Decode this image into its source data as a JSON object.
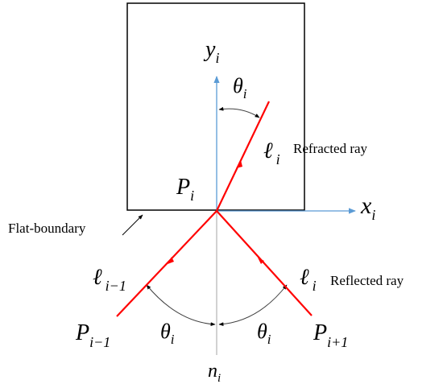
{
  "axes": {
    "y": {
      "base": "y",
      "sub": "i"
    },
    "x": {
      "base": "x",
      "sub": "i"
    }
  },
  "point": {
    "base": "P",
    "sub": "i"
  },
  "point_prev": {
    "base": "P",
    "sub": "i−1"
  },
  "point_next": {
    "base": "P",
    "sub": "i+1"
  },
  "normal": {
    "base": "n",
    "sub": "i"
  },
  "angles": {
    "top": {
      "base": "θ",
      "sub": "i"
    },
    "bottom_left": {
      "base": "θ",
      "sub": "i"
    },
    "bottom_right": {
      "base": "θ",
      "sub": "i"
    }
  },
  "rays": {
    "refracted": {
      "base": "ℓ",
      "sub": "i",
      "label": "Refracted ray"
    },
    "incident": {
      "base": "ℓ",
      "sub": "i−1"
    },
    "reflected": {
      "base": "ℓ",
      "sub": "i",
      "label": "Reflected ray"
    }
  },
  "boundary_label": "Flat-boundary",
  "colors": {
    "ray": "#ff0000",
    "axis": "#5b9bd5",
    "line": "#000000",
    "normal": "#a6a6a6"
  }
}
